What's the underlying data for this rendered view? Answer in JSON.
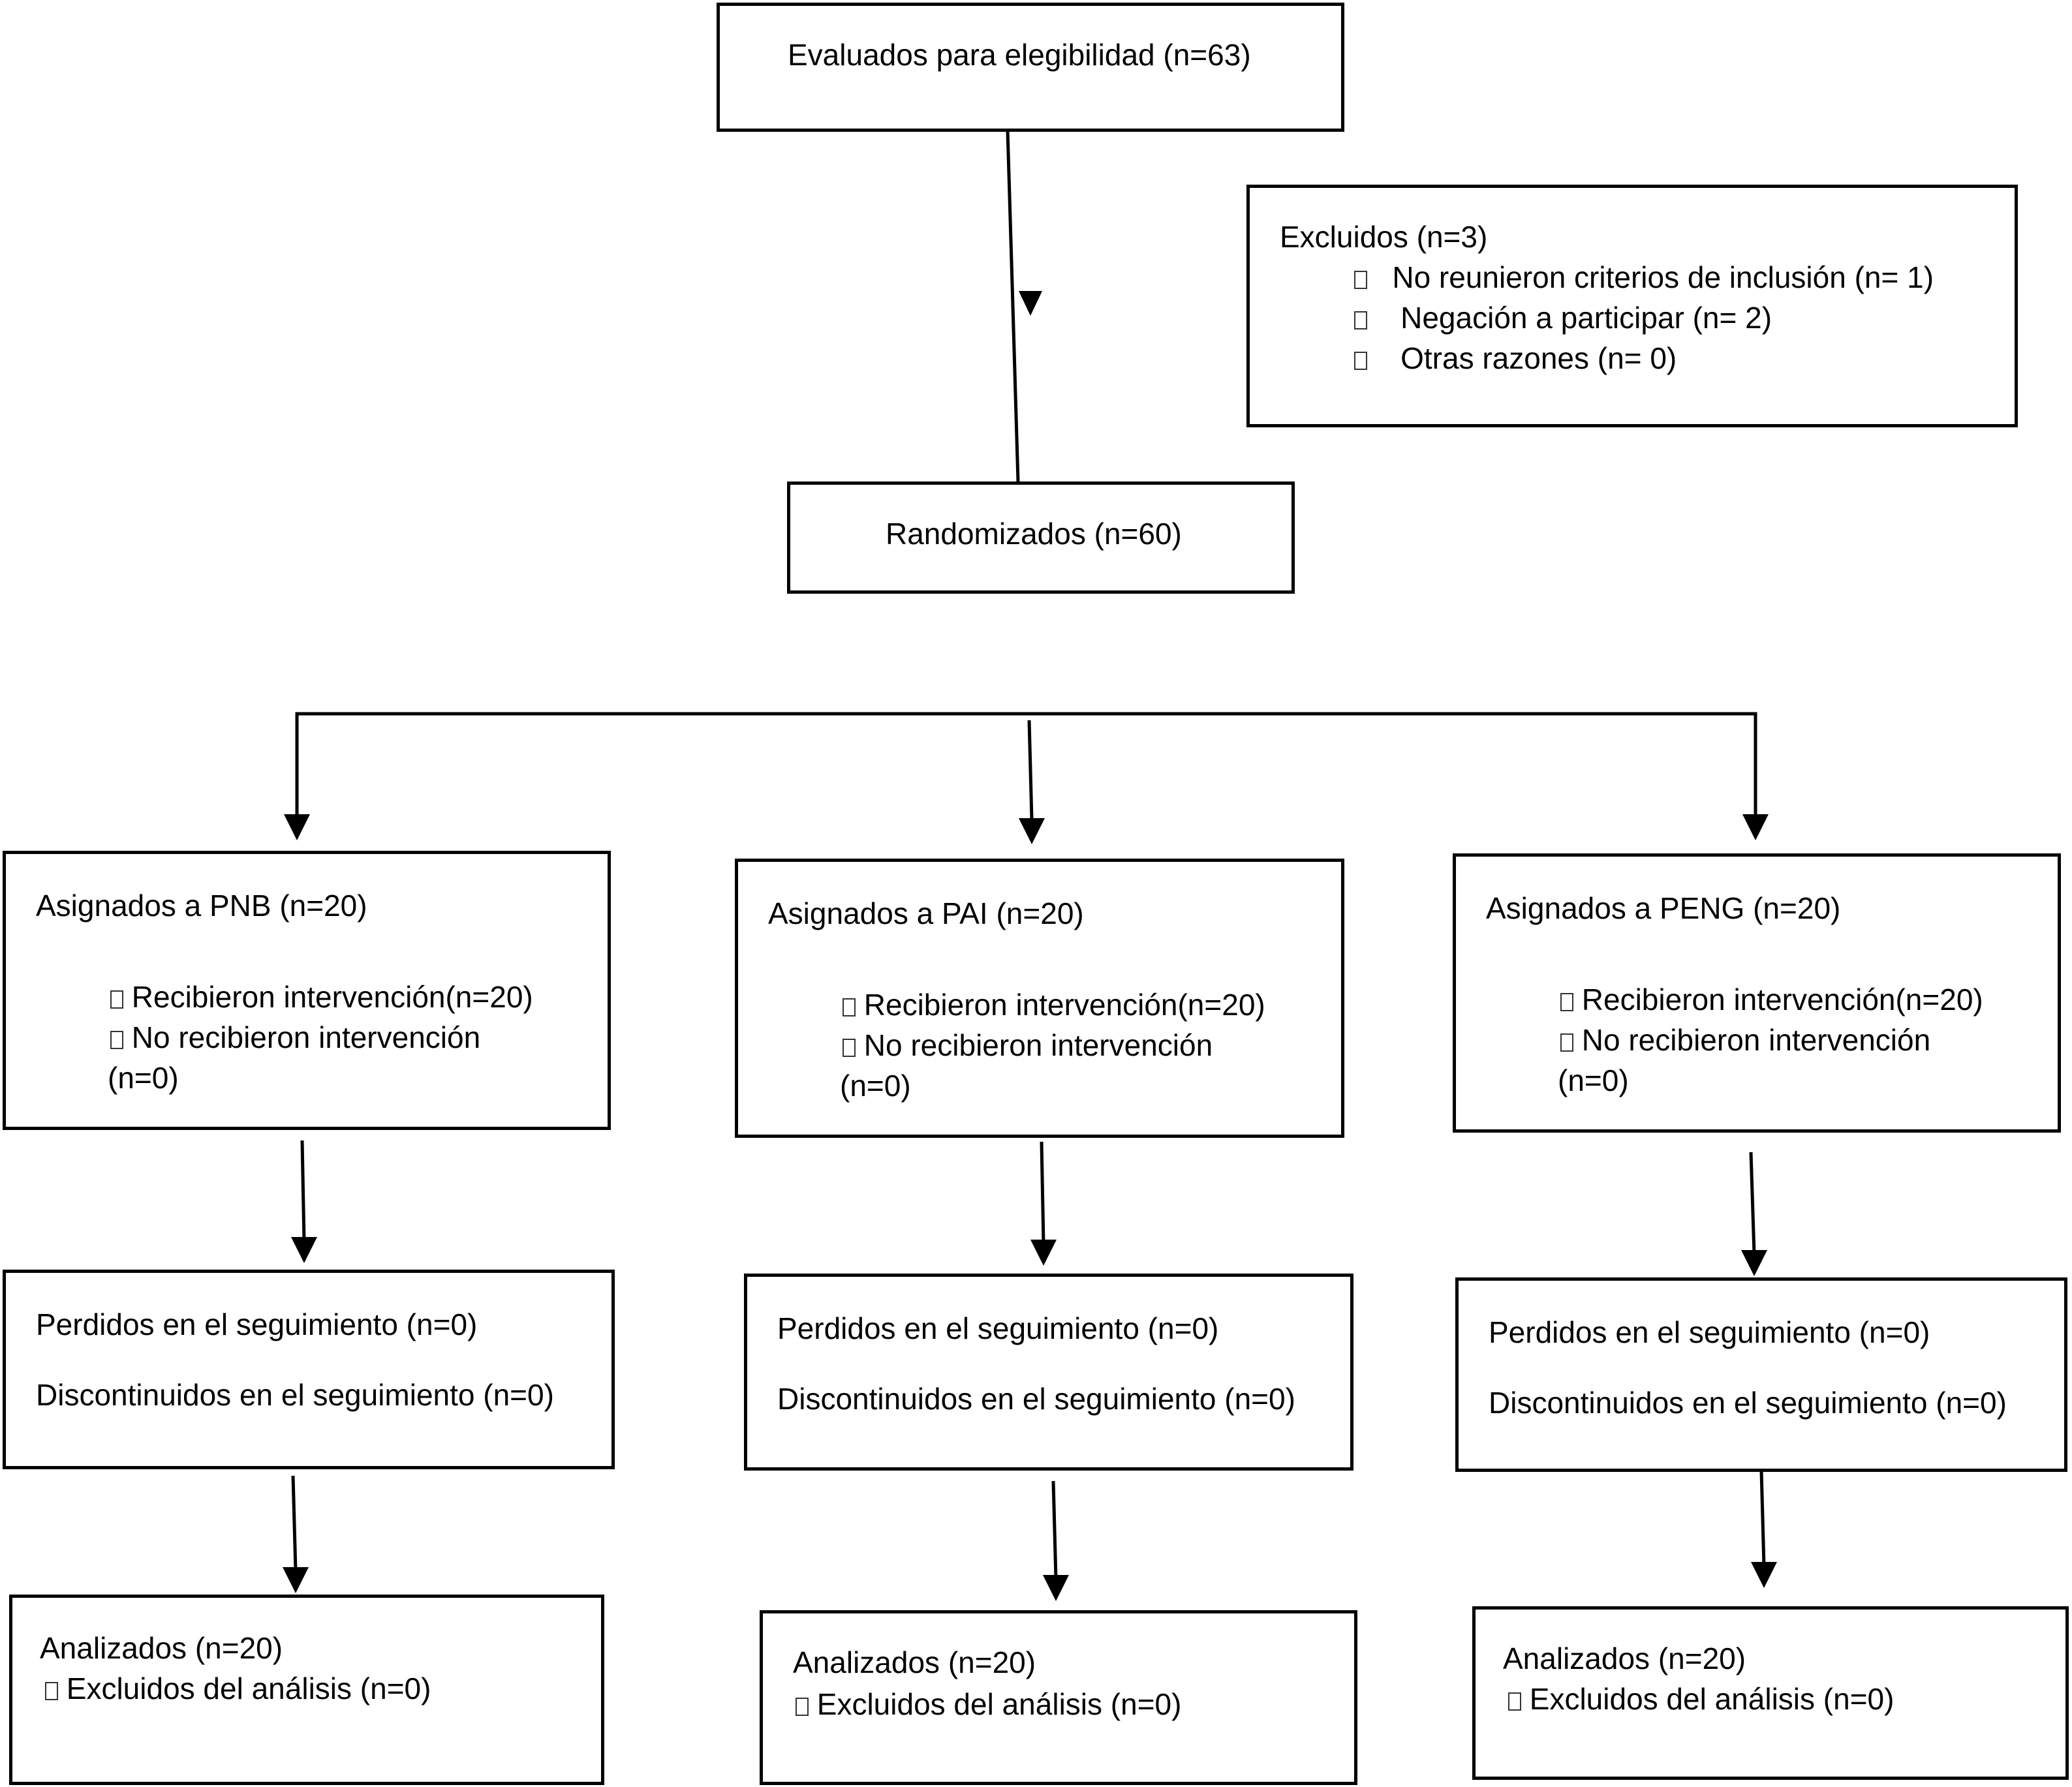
{
  "eligibility": {
    "label": "Evaluados para elegibilidad (n=63)"
  },
  "excluded": {
    "label": "Excluidos (n=3)",
    "items": [
      "No reunieron criterios de inclusión (n= 1)",
      "Negación a participar (n= 2)",
      "Otras razones (n= 0)"
    ]
  },
  "randomized": {
    "label": "Randomizados (n=60)"
  },
  "arms": [
    {
      "allocation": "Asignados a PNB (n=20)",
      "received": "Recibieron intervención(n=20)",
      "not_received": "No recibieron intervención",
      "not_received_n": "(n=0)",
      "lost": "Perdidos en el seguimiento (n=0)",
      "discontinued": "Discontinuidos en el seguimiento (n=0)",
      "analyzed": "Analizados (n=20)",
      "excluded_analysis": "Excluidos del análisis (n=0)"
    },
    {
      "allocation": "Asignados a PAI (n=20)",
      "received": "Recibieron intervención(n=20)",
      "not_received": "No recibieron intervención",
      "not_received_n": "(n=0)",
      "lost": "Perdidos en el seguimiento (n=0)",
      "discontinued": "Discontinuidos en el seguimiento (n=0)",
      "analyzed": "Analizados (n=20)",
      "excluded_analysis": "Excluidos del análisis (n=0)"
    },
    {
      "allocation": "Asignados a PENG (n=20)",
      "received": "Recibieron intervención(n=20)",
      "not_received": "No recibieron intervención",
      "not_received_n": "(n=0)",
      "lost": "Perdidos en el seguimiento (n=0)",
      "discontinued": "Discontinuidos en el seguimiento (n=0)",
      "analyzed": "Analizados (n=20)",
      "excluded_analysis": "Excluidos del análisis (n=0)"
    }
  ],
  "icons": {
    "bullet": "empty-square-icon",
    "arrowhead": "arrowhead-down-icon"
  }
}
